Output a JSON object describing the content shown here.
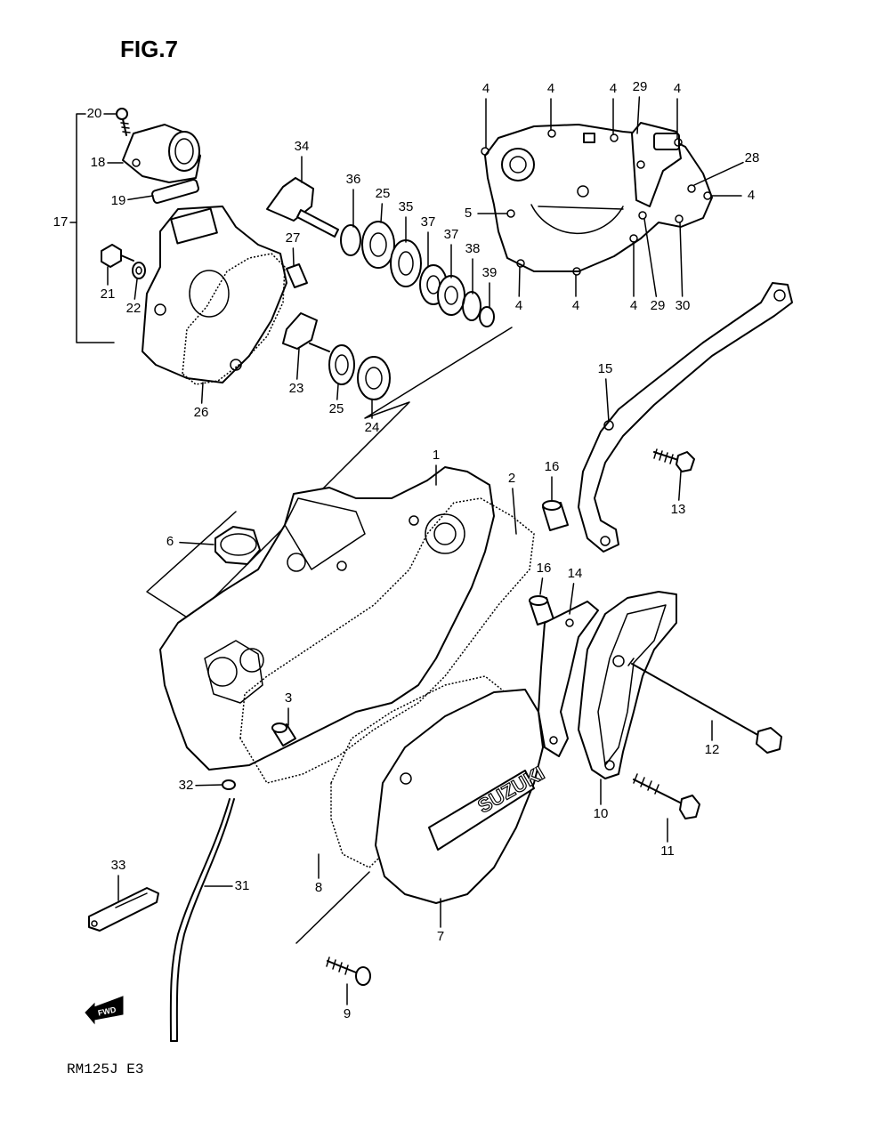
{
  "figure": {
    "title": "FIG.7",
    "model_code": "RM125J E3",
    "fwd_label": "FWD",
    "brand_logo": "SUZUKI"
  },
  "callouts": [
    "1",
    "2",
    "3",
    "4",
    "5",
    "6",
    "7",
    "8",
    "9",
    "10",
    "11",
    "12",
    "13",
    "14",
    "15",
    "16",
    "17",
    "18",
    "19",
    "20",
    "21",
    "22",
    "23",
    "24",
    "25",
    "26",
    "27",
    "28",
    "29",
    "30",
    "31",
    "32",
    "33",
    "34",
    "35",
    "36",
    "37",
    "38",
    "39"
  ]
}
